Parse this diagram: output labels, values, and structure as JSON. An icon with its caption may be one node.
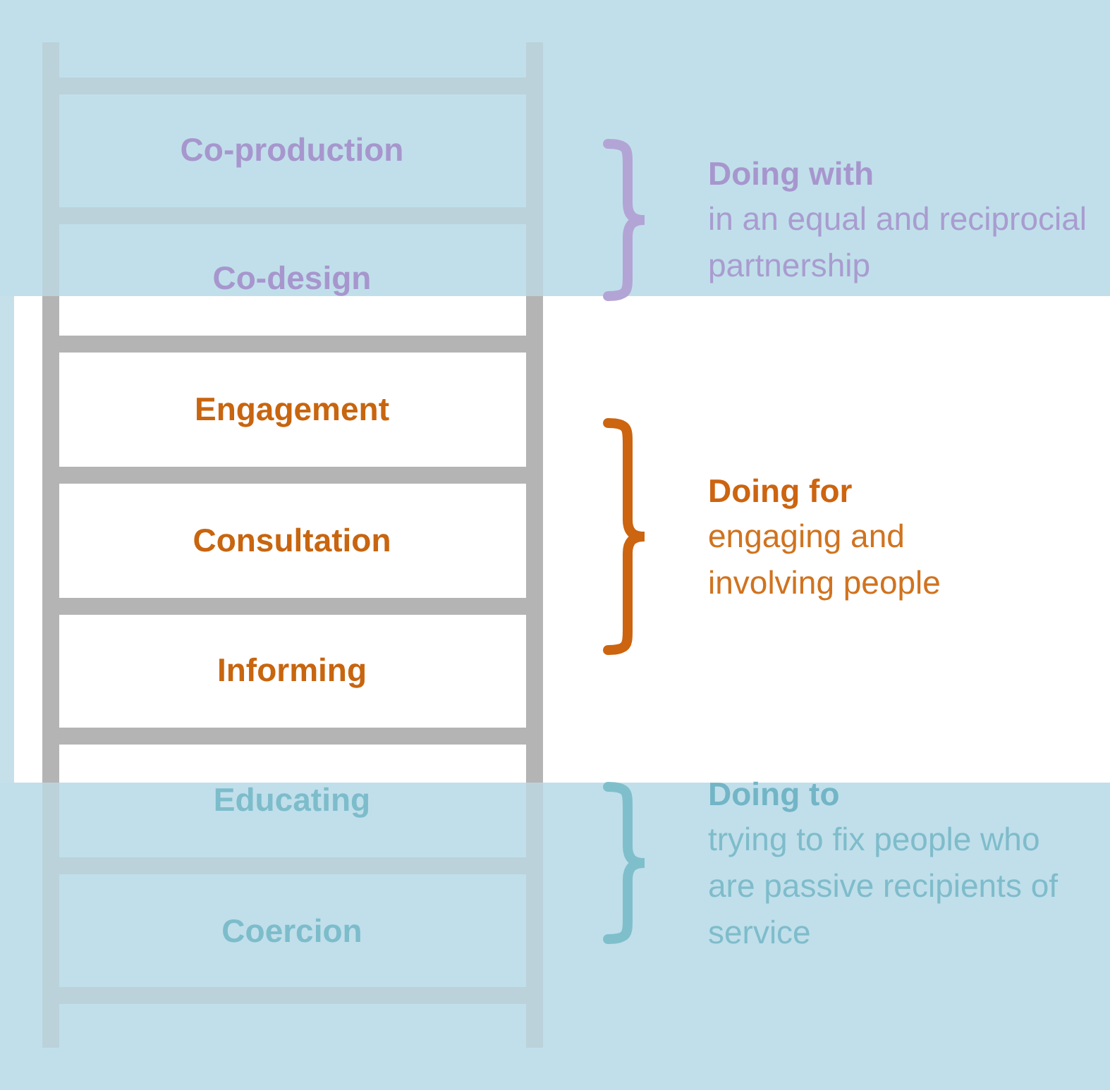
{
  "diagram": {
    "nodes": [
      {
        "text": [
          "Co-production"
        ]
      },
      {
        "text": [
          "Co-design"
        ]
      },
      {
        "text": [
          "Engagement"
        ]
      },
      {
        "text": [
          "Consultation"
        ]
      },
      {
        "text": [
          "Informing"
        ]
      },
      {
        "text": [
          "Educating"
        ]
      },
      {
        "text": [
          "Coercion"
        ]
      },
      {
        "text": [
          "Doing with",
          "in an equal and reciprocial partnership"
        ]
      },
      {
        "text": [
          "Doing for",
          "engaging and involving people"
        ]
      },
      {
        "text": [
          "Doing to",
          "trying to fix people who are passive recipients of service"
        ]
      }
    ]
  }
}
